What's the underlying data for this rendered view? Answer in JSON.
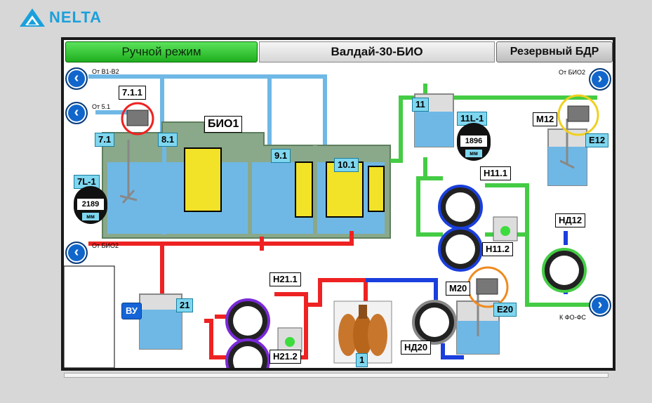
{
  "brand": {
    "name": "NELTA"
  },
  "header": {
    "mode_label": "Ручной режим",
    "title": "Валдай-30-БИО",
    "reserve_label": "Резервный БДР"
  },
  "inlets": {
    "from_b1b2": "От В1-В2",
    "from_51": "От 5.1",
    "from_bio2_left": "От БИО2",
    "from_bio2_right": "От БИО2",
    "to_kfo": "К ФО-ФС"
  },
  "tanks": {
    "t711": "7.1.1",
    "t71": "7.1",
    "t81": "8.1",
    "bio1": "БИО1",
    "t91": "9.1",
    "t101": "10.1",
    "t11": "11",
    "t21": "21",
    "t1": "1",
    "e12": "E12",
    "e20": "E20",
    "m12": "M12",
    "m20": "M20"
  },
  "levels": {
    "l7": {
      "name": "7L-1",
      "value": "2189",
      "unit": "мм"
    },
    "l11": {
      "name": "11L-1",
      "value": "1896",
      "unit": "мм"
    }
  },
  "pumps": {
    "h111": "H11.1",
    "h112": "H11.2",
    "nd12": "НД12",
    "h211": "H21.1",
    "h212": "H21.2",
    "nd20": "НД20"
  },
  "vu_label": "ВУ",
  "colors": {
    "water": "#6fb8e6",
    "green_pipe": "#44cc44",
    "red_pipe": "#ee2222",
    "blue_pipe": "#1a3fdd",
    "tank_gray": "#8aa88a"
  }
}
